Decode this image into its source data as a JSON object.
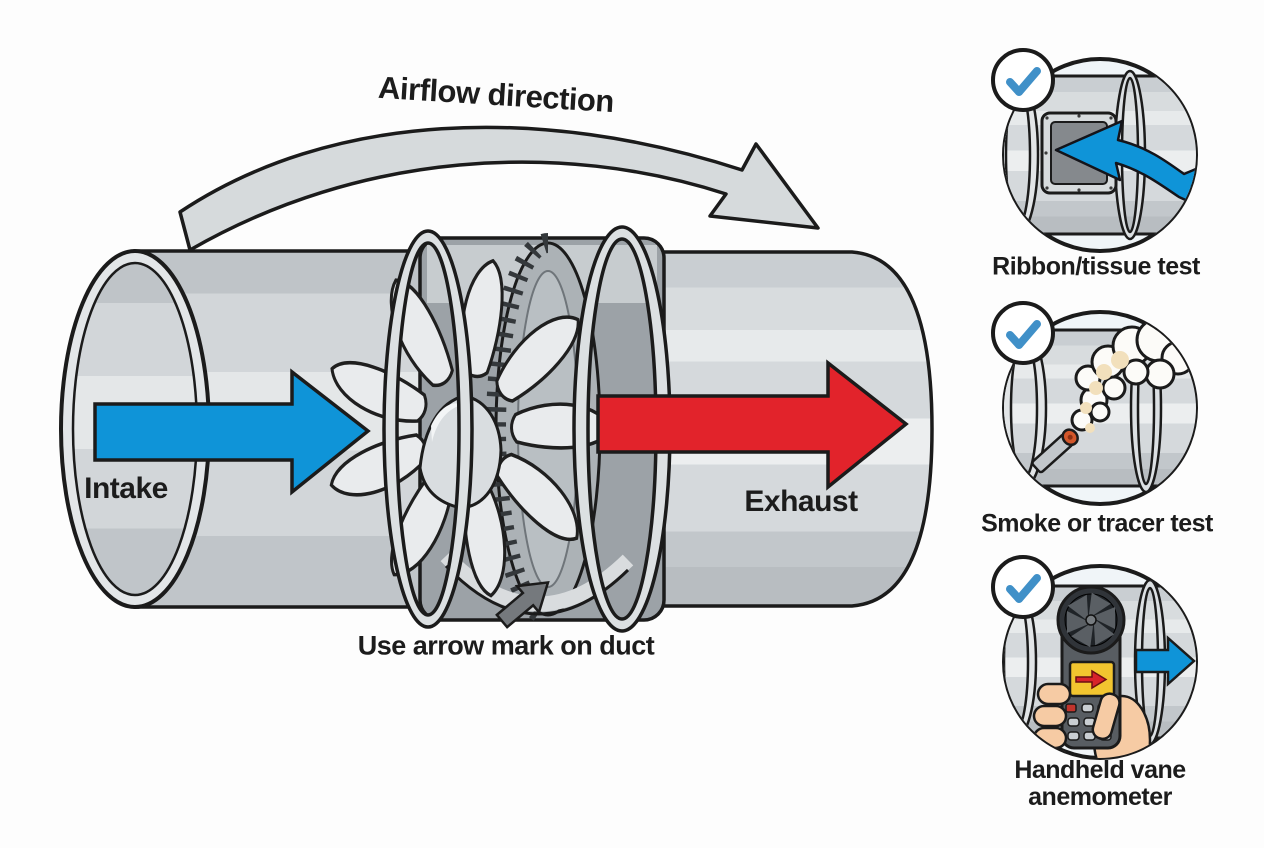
{
  "diagram": {
    "airflow_label": "Airflow direction",
    "intake": {
      "label": "Intake",
      "arrow_color": "#0F94D8"
    },
    "exhaust": {
      "label": "Exhaust",
      "arrow_color": "#E2232B"
    },
    "duct_mark_label": "Use arrow mark on duct"
  },
  "tests": [
    {
      "label": "Ribbon/tissue test",
      "status_icon": "check-icon",
      "status_color": "#4090C8"
    },
    {
      "label": "Smoke or tracer test",
      "status_icon": "check-icon",
      "status_color": "#4090C8"
    },
    {
      "label": "Handheld vane anemometer",
      "status_icon": "check-icon",
      "status_color": "#4090C8"
    }
  ],
  "colors": {
    "intake_arrow_blue": "#0F94D8",
    "exhaust_arrow_red": "#E2232B",
    "checkmark_blue": "#4090C8",
    "duct_gray": "#D5D9DC",
    "outline_black": "#1b1b1b",
    "smoke_tip_orange": "#D2572B",
    "anemometer_screen_yellow": "#F2C52F",
    "hand_skin": "#F6CBA4"
  }
}
